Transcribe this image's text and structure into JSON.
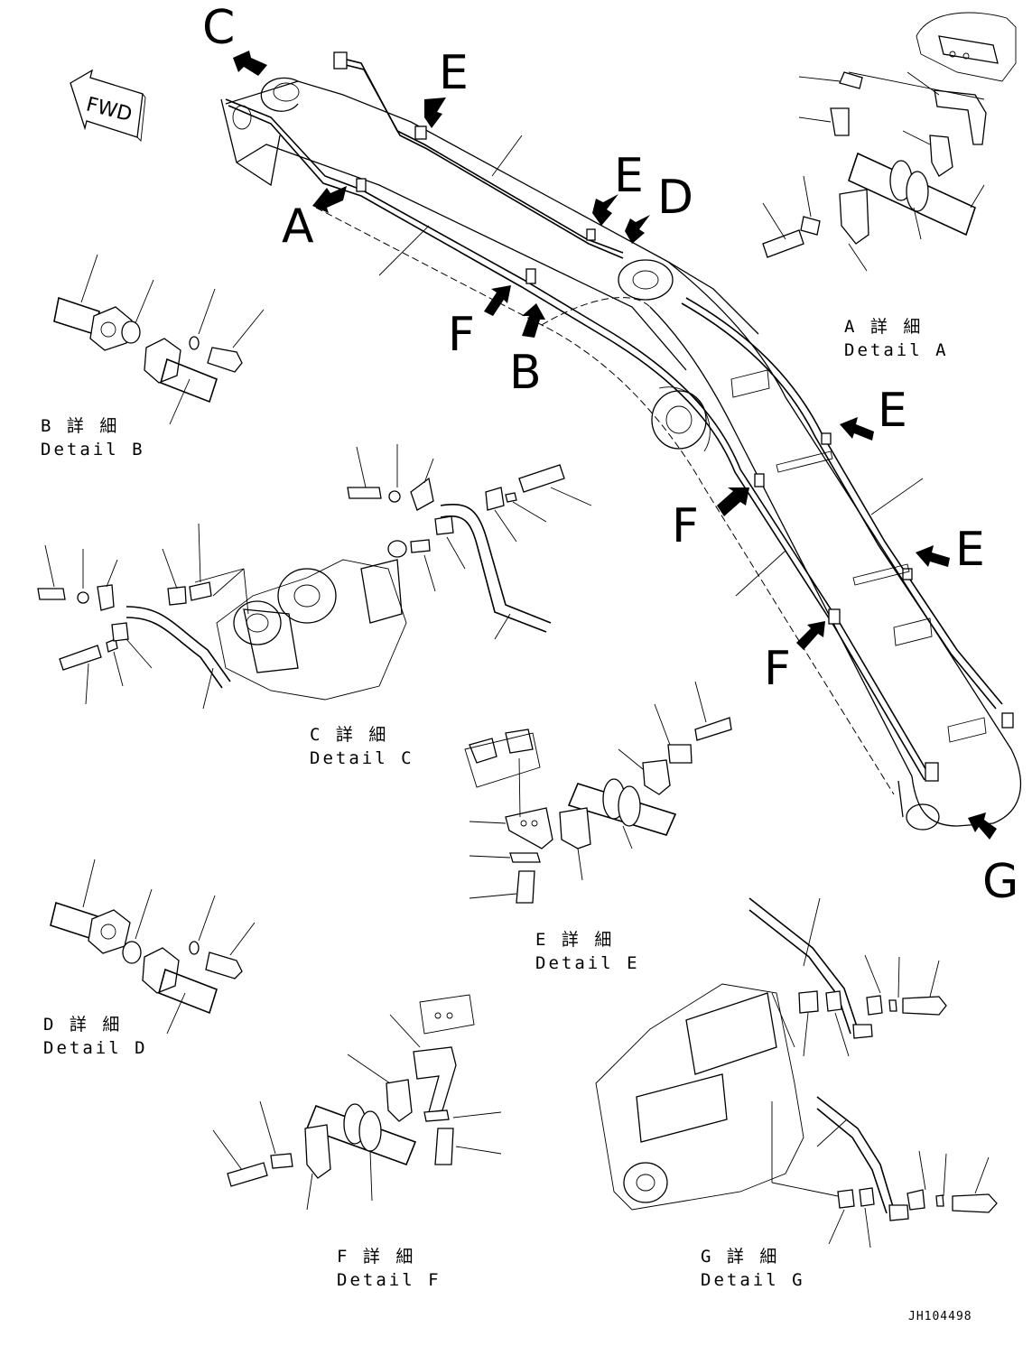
{
  "orientation": {
    "fwd": "FWD"
  },
  "callouts": {
    "a": "A",
    "b": "B",
    "c": "C",
    "d": "D",
    "e1": "E",
    "e2": "E",
    "e3": "E",
    "e4": "E",
    "f1": "F",
    "f2": "F",
    "f3": "F",
    "g": "G"
  },
  "details": {
    "a": {
      "jp": "A 詳 細",
      "en": "Detail A"
    },
    "b": {
      "jp": "B 詳 細",
      "en": "Detail B"
    },
    "c": {
      "jp": "C 詳 細",
      "en": "Detail C"
    },
    "d": {
      "jp": "D 詳 細",
      "en": "Detail D"
    },
    "e": {
      "jp": "E 詳 細",
      "en": "Detail E"
    },
    "f": {
      "jp": "F 詳 細",
      "en": "Detail F"
    },
    "g": {
      "jp": "G 詳 細",
      "en": "Detail G"
    }
  },
  "drawing_code": "JH104498"
}
